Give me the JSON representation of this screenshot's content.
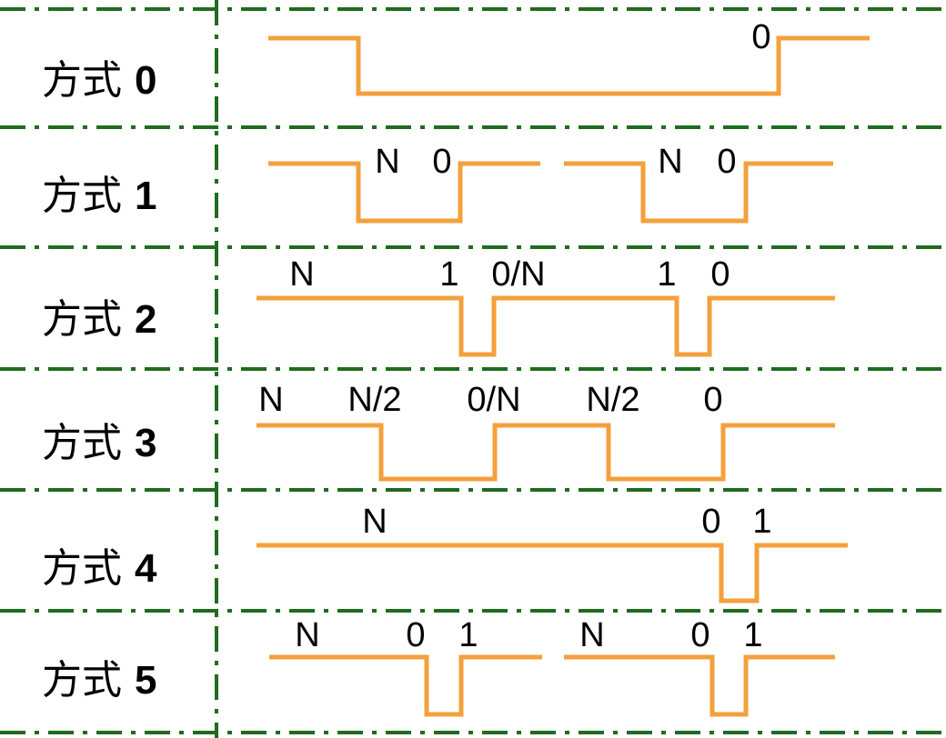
{
  "colors": {
    "grid": "#1f6b1f",
    "waveform": "#f4a03c",
    "text": "#000000"
  },
  "rows": [
    {
      "label_prefix": "方式",
      "label_num": "0",
      "labels": [
        "0"
      ]
    },
    {
      "label_prefix": "方式",
      "label_num": "1",
      "labels": [
        "N",
        "0",
        "N",
        "0"
      ]
    },
    {
      "label_prefix": "方式",
      "label_num": "2",
      "labels": [
        "N",
        "1",
        "0/N",
        "1",
        "0"
      ]
    },
    {
      "label_prefix": "方式",
      "label_num": "3",
      "labels": [
        "N",
        "N/2",
        "0/N",
        "N/2",
        "0"
      ]
    },
    {
      "label_prefix": "方式",
      "label_num": "4",
      "labels": [
        "N",
        "0",
        "1"
      ]
    },
    {
      "label_prefix": "方式",
      "label_num": "5",
      "labels": [
        "N",
        "0",
        "1",
        "N",
        "0",
        "1"
      ]
    }
  ]
}
